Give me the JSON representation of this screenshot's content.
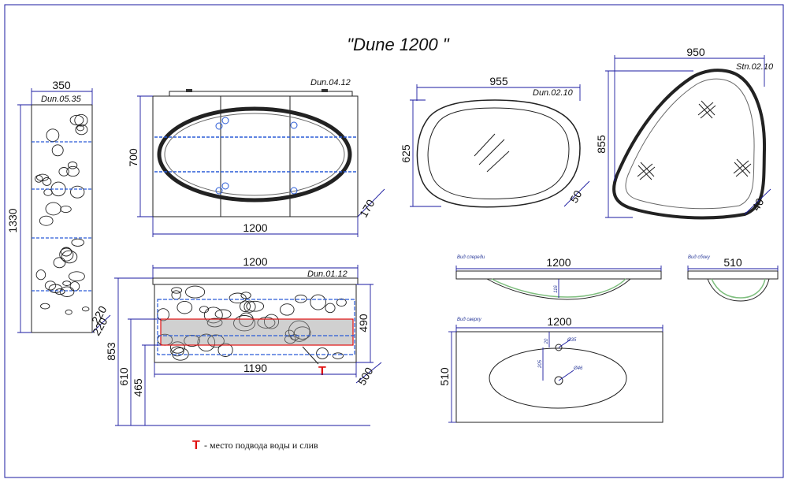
{
  "title": "\"Dune 1200 \"",
  "colors": {
    "dimension": "#1a1aa0",
    "outline": "#222222",
    "marker": "#e01010",
    "shelf": "#2a5bd7"
  },
  "pencil_case": {
    "code": "Dun.05.35",
    "width": "350",
    "height": "1330",
    "depth": "220"
  },
  "mirror_cabinet": {
    "code": "Dun.04.12",
    "height": "700",
    "width": "1200",
    "depth": "170"
  },
  "oval_mirror": {
    "code": "Dun.02.10",
    "width": "955",
    "height": "625",
    "depth": "50"
  },
  "triangle_mirror": {
    "code": "Stn.02.10",
    "width": "950",
    "height": "855",
    "depth": "40"
  },
  "base_cabinet": {
    "code": "Dun.01.12",
    "top_width": "1200",
    "inner_width": "1190",
    "total_height": "853",
    "height_610": "610",
    "height_465": "465",
    "body_height": "490",
    "depth": "500",
    "offset": "220",
    "marker": "T"
  },
  "basin_front": {
    "label": "Вид спереди",
    "width": "1200",
    "depth": "116"
  },
  "basin_side": {
    "label": "Вид сбоку",
    "width": "510"
  },
  "basin_top": {
    "label": "Вид сверху",
    "width": "1200",
    "depth": "510",
    "hole_dia": "Ø35",
    "drain_dia": "Ø46",
    "dim_20": "20",
    "dim_205": "205"
  },
  "legend": {
    "marker": "T",
    "text": "- место подвода воды и слив"
  }
}
